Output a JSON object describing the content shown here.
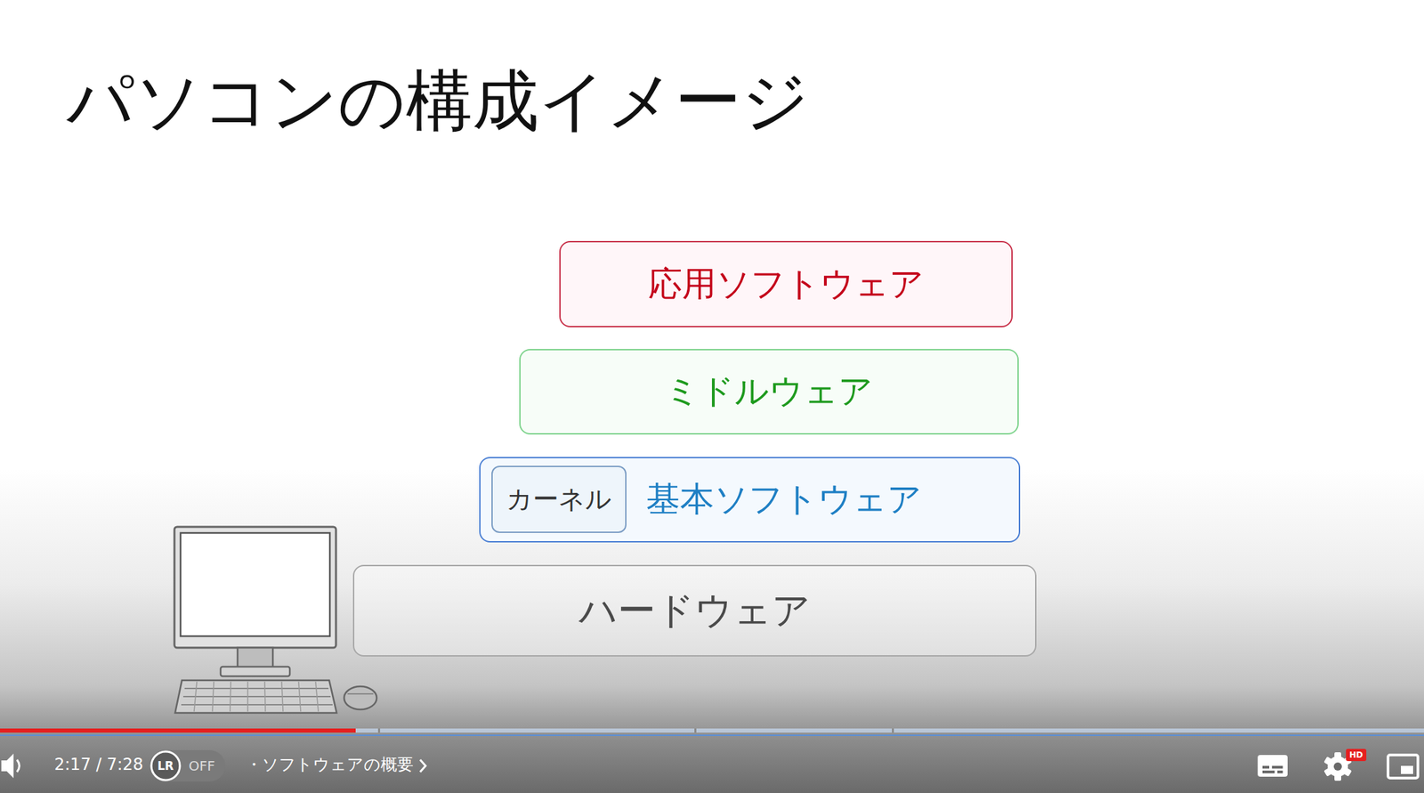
{
  "diagram": {
    "title": "パソコンの構成イメージ",
    "nodes": [
      {
        "text": [
          "応用ソフトウェア"
        ]
      },
      {
        "text": [
          "ミドルウェア"
        ]
      },
      {
        "text": [
          "基本ソフトウェア"
        ]
      },
      {
        "text": [
          "カーネル"
        ],
        "in": 2
      },
      {
        "text": [
          "ハードウェア"
        ]
      }
    ],
    "labels": [
      "2:17 / 7:28",
      "LR",
      "OFF",
      "・ソフトウェアの概要",
      "HD"
    ]
  }
}
